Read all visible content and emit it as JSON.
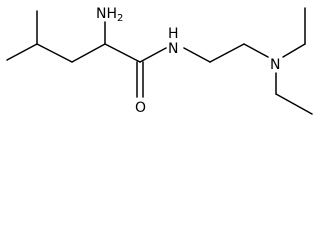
{
  "molecule": {
    "atoms": {
      "n_amine_main": "N",
      "n_amine_sub": "H",
      "n_amine_sub_count": "2",
      "n_amide": "N",
      "n_amide_h": "H",
      "o_carbonyl": "O",
      "n_diethyl": "N"
    }
  }
}
